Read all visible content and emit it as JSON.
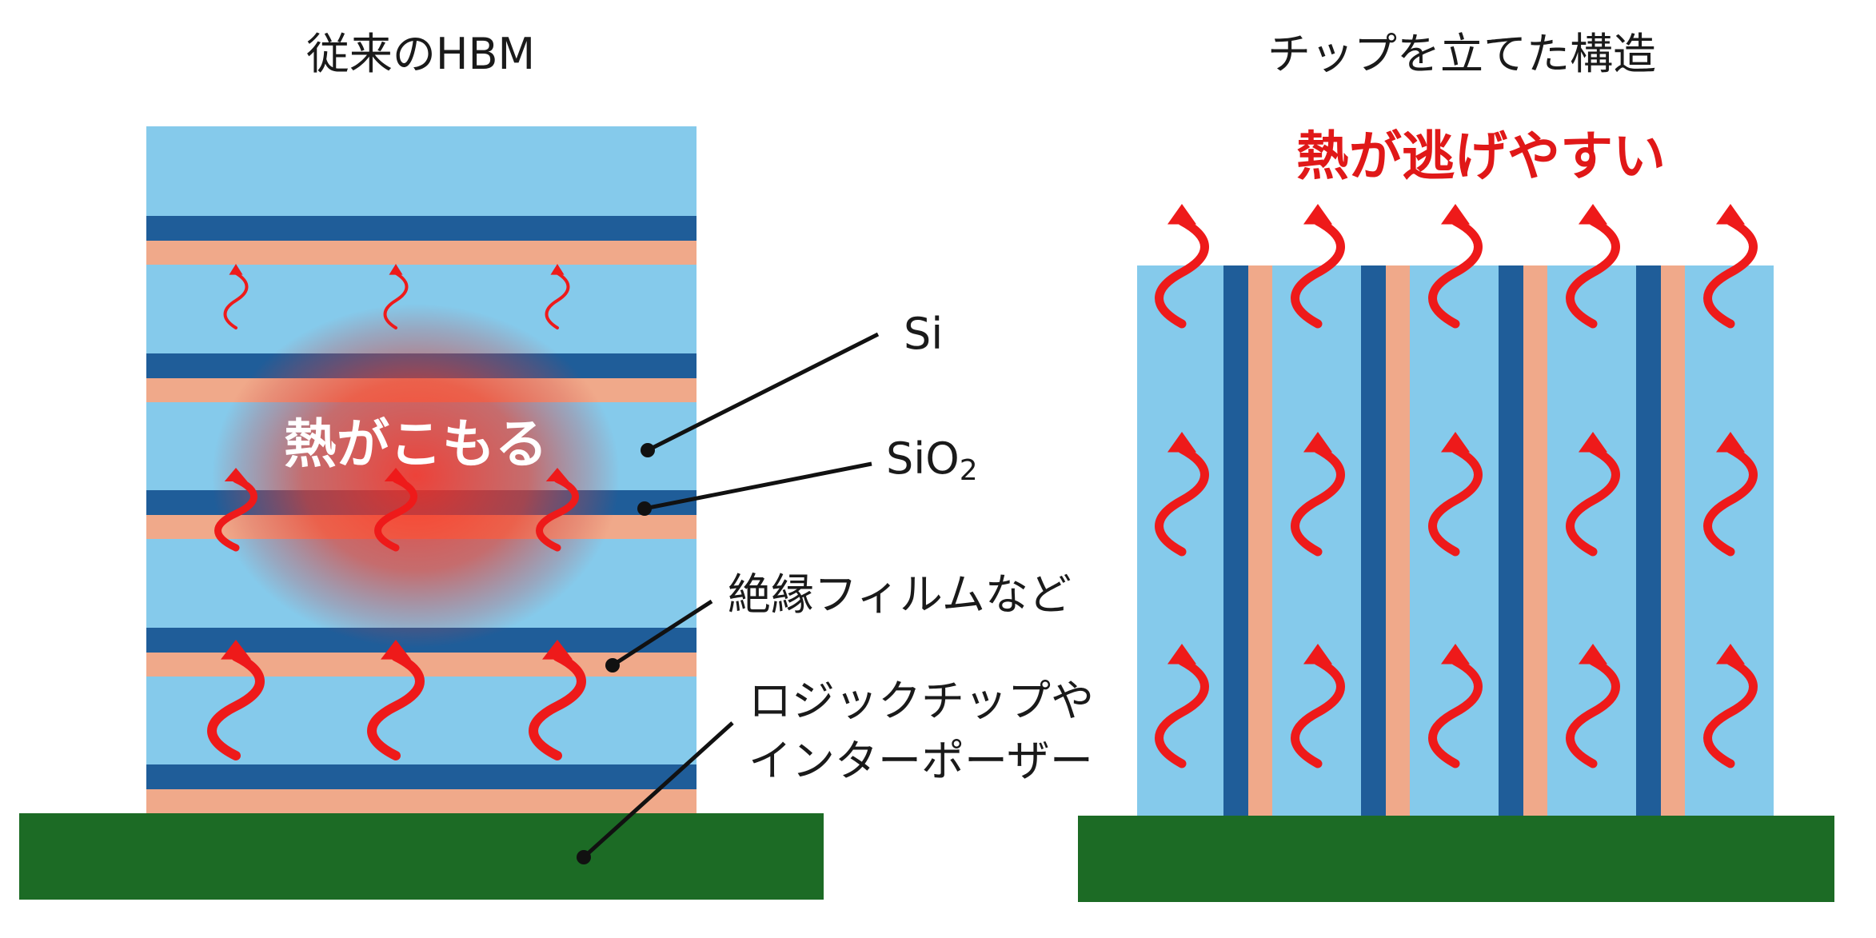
{
  "titles": {
    "left": "従来のHBM",
    "right": "チップを立てた構造"
  },
  "labels": {
    "heat_trapped": "熱がこもる",
    "heat_escapes": "熱が逃げやすい",
    "si": "Si",
    "sio2_main": "SiO",
    "sio2_sub": "2",
    "insulating_film": "絶縁フィルムなど",
    "logic_chip_line1": "ロジックチップや",
    "logic_chip_line2": "インターポーザー"
  },
  "colors": {
    "silicon": "#85caeb",
    "sio2": "#1f5d99",
    "insulating_film": "#f0a98a",
    "substrate": "#1c6b25",
    "heat_arrow": "#ee1a1a",
    "heat_text": "#e01818",
    "heat_glow": "#ff3b2a",
    "leader_line": "#111111"
  },
  "icons": {
    "heat_arrow": "wavy-up-arrow-icon",
    "leader_dot": "dot-icon"
  }
}
